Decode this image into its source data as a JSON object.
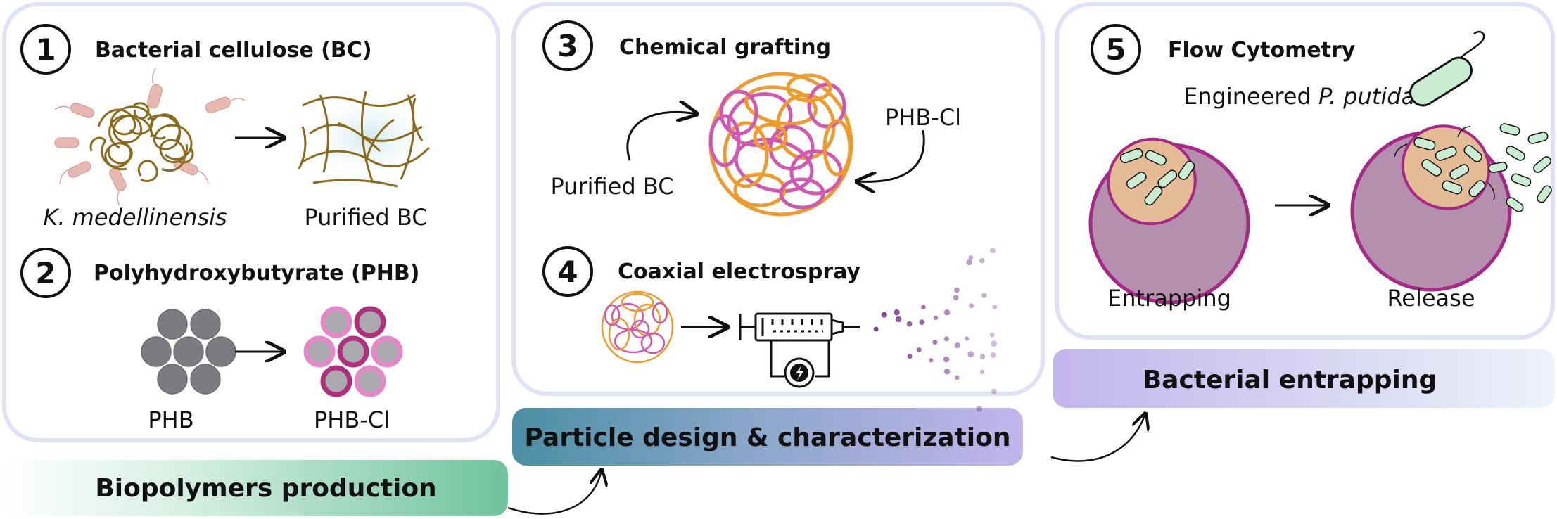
{
  "panels": {
    "p1": {
      "number": "1",
      "title": "Bacterial cellulose (BC)",
      "label_left": "K. medellinensis",
      "label_right": "Purified BC"
    },
    "p2": {
      "number": "2",
      "title": "Polyhydroxybutyrate (PHB)",
      "label_left": "PHB",
      "label_right": "PHB-Cl"
    },
    "p3": {
      "number": "3",
      "title": "Chemical grafting",
      "label_left": "Purified BC",
      "label_right": "PHB-Cl"
    },
    "p4": {
      "number": "4",
      "title": "Coaxial electrospray"
    },
    "p5": {
      "number": "5",
      "title": "Flow Cytometry",
      "organism_prefix": "Engineered ",
      "organism_italic": "P. putida",
      "label_left": "Entrapping",
      "label_right": "Release"
    }
  },
  "banners": {
    "biopolymers": "Biopolymers production",
    "particle": "Particle design & characterization",
    "entrapping": "Bacterial entrapping"
  },
  "colors": {
    "panel_border": "#dfe1f6",
    "cellulose": "#8b6a1e",
    "bacteria_pink": "#e8b8b0",
    "phb_gray": "#7b7b82",
    "phbcl_magenta": "#b0307e",
    "phbcl_pink": "#e486c8",
    "graft_orange": "#ef9a2c",
    "graft_pink": "#d257b0",
    "droplet_purple": "#7a3c8a",
    "capsule_purple": "#b58fae",
    "capsule_ring": "#a82887",
    "tan": "#e3bc95",
    "bacteria_green": "#c9ecd3",
    "banner_green": "#6fc39d",
    "banner_teal": "#4a8fa3",
    "banner_lavender": "#c2b5ec"
  }
}
